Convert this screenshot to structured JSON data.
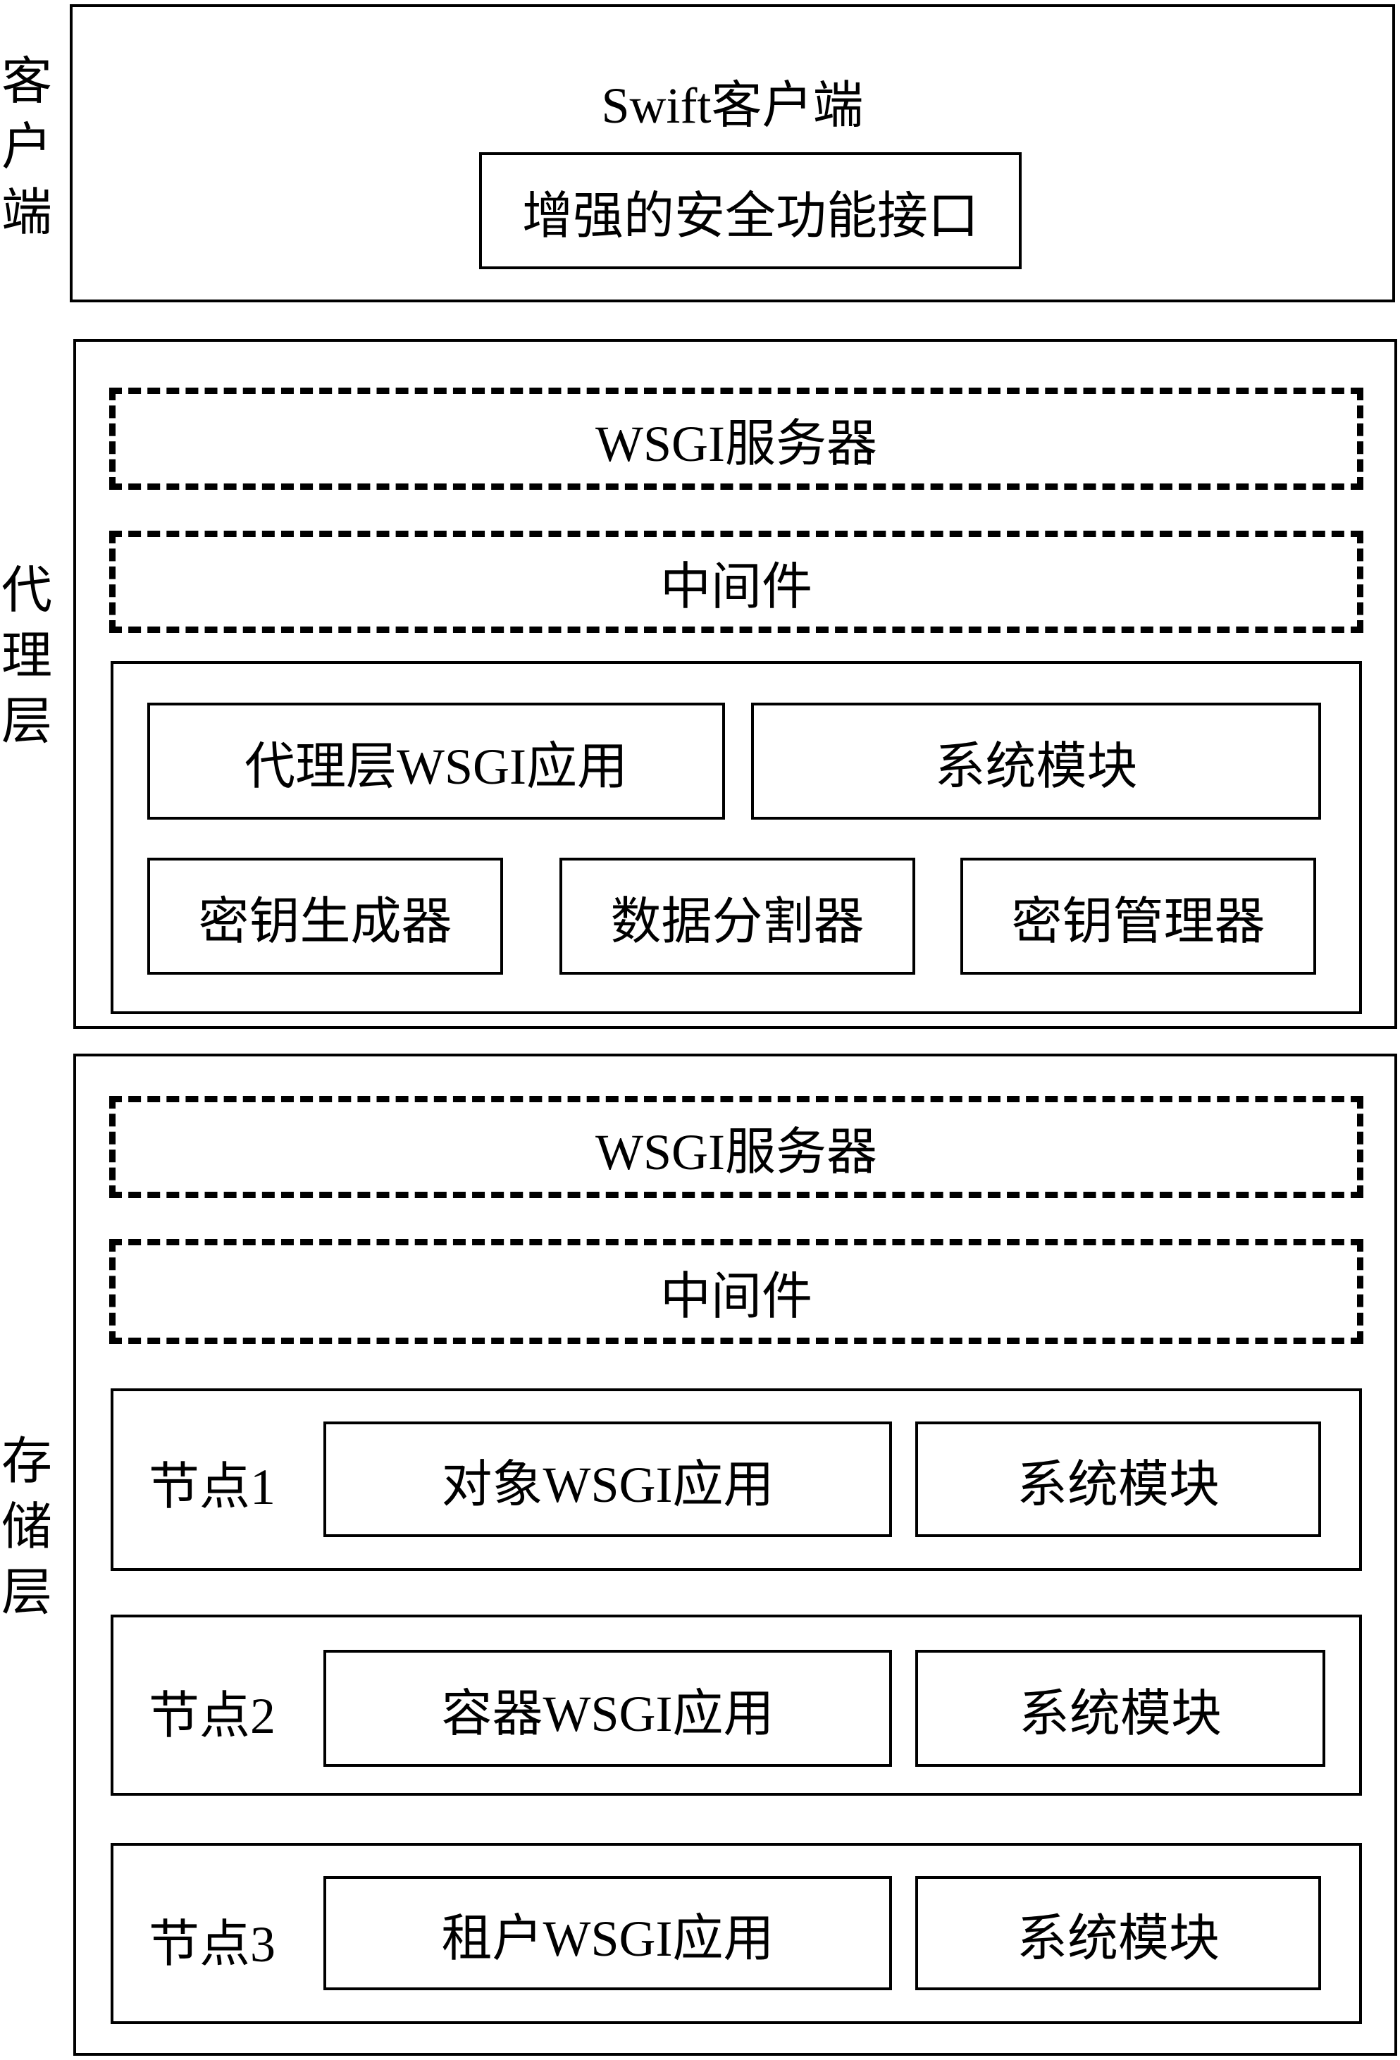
{
  "client_layer": {
    "side_label": [
      "客",
      "户",
      "端"
    ],
    "title": "Swift客户端",
    "interface": "增强的安全功能接口"
  },
  "proxy_layer": {
    "side_label": [
      "代",
      "理",
      "层"
    ],
    "wsgi_server": "WSGI服务器",
    "middleware": "中间件",
    "wsgi_app": "代理层WSGI应用",
    "system_module": "系统模块",
    "key_generator": "密钥生成器",
    "data_splitter": "数据分割器",
    "key_manager": "密钥管理器"
  },
  "storage_layer": {
    "side_label": [
      "存",
      "储",
      "层"
    ],
    "wsgi_server": "WSGI服务器",
    "middleware": "中间件",
    "nodes": [
      {
        "label": "节点1",
        "app": "对象WSGI应用",
        "system_module": "系统模块"
      },
      {
        "label": "节点2",
        "app": "容器WSGI应用",
        "system_module": "系统模块"
      },
      {
        "label": "节点3",
        "app": "租户WSGI应用",
        "system_module": "系统模块"
      }
    ]
  }
}
